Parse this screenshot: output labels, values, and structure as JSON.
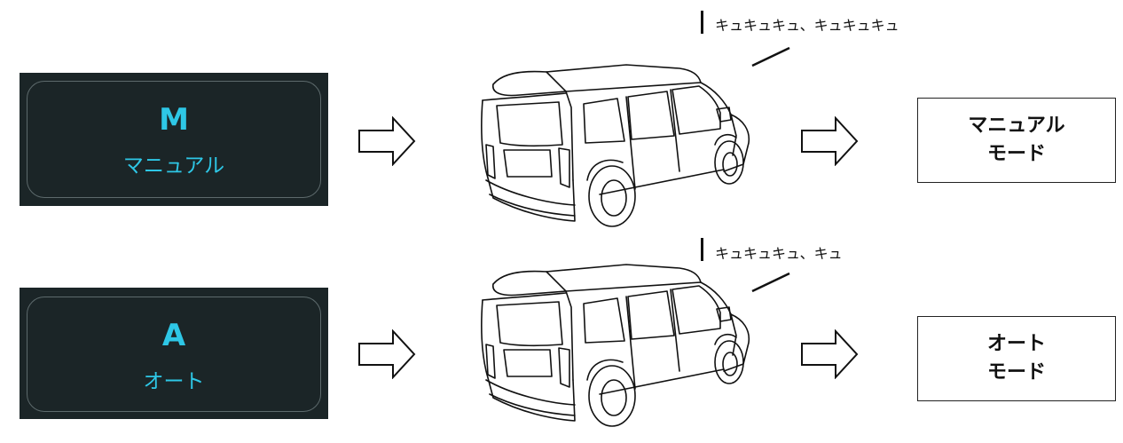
{
  "rows": [
    {
      "panel": {
        "letter": "M",
        "label": "マニュアル"
      },
      "sound": "キュキュキュ、キュキュキュ",
      "mode": {
        "line1": "マニュアル",
        "line2": "モード"
      }
    },
    {
      "panel": {
        "letter": "A",
        "label": "オート"
      },
      "sound": "キュキュキュ、キュ",
      "mode": {
        "line1": "オート",
        "line2": "モード"
      }
    }
  ],
  "colors": {
    "panel_bg": "#1b2527",
    "panel_text": "#2ec7e6",
    "panel_border": "#5d6a6c"
  },
  "icons": {
    "arrow": "right-outline-arrow-icon",
    "car": "minivan-rear-icon",
    "sound": "sound-mark-icon"
  }
}
